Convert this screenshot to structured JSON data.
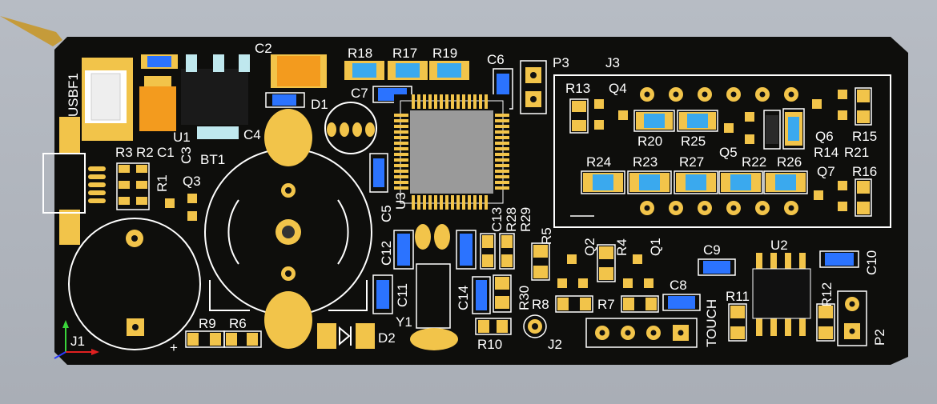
{
  "board": {
    "title": "",
    "colors": {
      "background": "#b2b7bf",
      "board": "#0e0e0c",
      "pad": "#f2c44a",
      "silkscreen": "#ffffff",
      "part_blue": "#2b73ff",
      "part_lightblue": "#3aa9ee",
      "part_orange": "#f39b1e",
      "part_black": "#111111"
    },
    "labels": {
      "usbf1": "USBF1",
      "u1": "U1",
      "c2": "C2",
      "c4": "C4",
      "c3": "C3",
      "c1": "C1",
      "r2": "R2",
      "r3": "R3",
      "r1": "R1",
      "q3": "Q3",
      "bt1": "BT1",
      "d1": "D1",
      "r18": "R18",
      "r17": "R17",
      "r19": "R19",
      "c6": "C6",
      "c7": "C7",
      "p3": "P3",
      "j3": "J3",
      "r13": "R13",
      "q4": "Q4",
      "r20": "R20",
      "r25": "R25",
      "q5": "Q5",
      "q6": "Q6",
      "r15": "R15",
      "r14": "R14",
      "r21": "R21",
      "r24": "R24",
      "r23": "R23",
      "r27": "R27",
      "r22": "R22",
      "r26": "R26",
      "q7": "Q7",
      "r16": "R16",
      "u3": "U3",
      "c5": "C5",
      "c13": "C13",
      "r28": "R28",
      "r29": "R29",
      "r5": "R5",
      "q2": "Q2",
      "r4": "R4",
      "q1": "Q1",
      "c9": "C9",
      "u2": "U2",
      "c10": "C10",
      "c12": "C12",
      "c11": "C11",
      "y1": "Y1",
      "c14": "C14",
      "r30": "R30",
      "r8": "R8",
      "r7": "R7",
      "c8": "C8",
      "r11": "R11",
      "r12": "R12",
      "touch": "TOUCH",
      "p2": "P2",
      "j2": "J2",
      "r10": "R10",
      "d2": "D2",
      "r9": "R9",
      "r6": "R6",
      "j1": "J1",
      "plus": "+"
    }
  }
}
